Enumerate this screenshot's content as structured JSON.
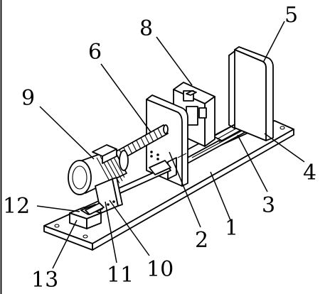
{
  "diagram": {
    "background": "#ffffff",
    "line_color": "#000000",
    "callouts": [
      {
        "id": "1",
        "text": "1"
      },
      {
        "id": "2",
        "text": "2"
      },
      {
        "id": "3",
        "text": "3"
      },
      {
        "id": "4",
        "text": "4"
      },
      {
        "id": "5",
        "text": "5"
      },
      {
        "id": "6",
        "text": "6"
      },
      {
        "id": "8",
        "text": "8"
      },
      {
        "id": "9",
        "text": "9"
      },
      {
        "id": "10",
        "text": "10"
      },
      {
        "id": "11",
        "text": "11"
      },
      {
        "id": "12",
        "text": "12"
      },
      {
        "id": "13",
        "text": "13"
      }
    ]
  }
}
